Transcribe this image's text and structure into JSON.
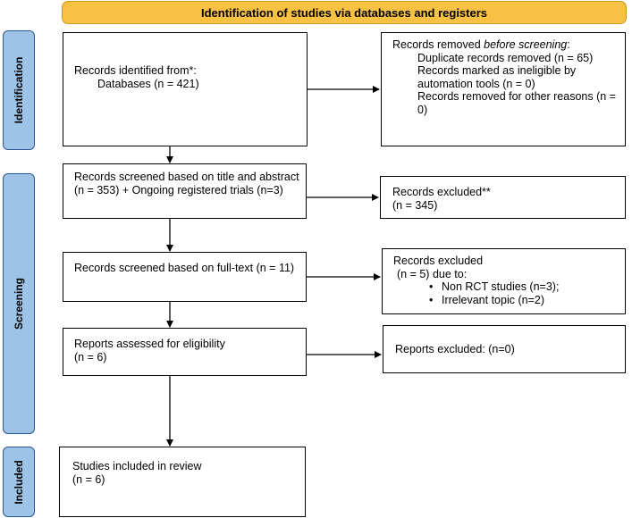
{
  "header": {
    "title": "Identification of studies via databases and registers"
  },
  "phases": {
    "identification": "Identification",
    "screening": "Screening",
    "included": "Included"
  },
  "boxes": {
    "records_identified": {
      "line1": "Records identified from*:",
      "line2": "Databases (n = 421)"
    },
    "records_removed": {
      "heading_prefix": "Records removed ",
      "heading_italic": "before screening",
      "heading_suffix": ":",
      "item1": "Duplicate records removed (n = 65)",
      "item2": "Records marked as ineligible by automation tools (n = 0)",
      "item3": "Records removed for other reasons (n = 0)"
    },
    "records_screened_title": {
      "text": "Records screened based on title and abstract (n = 353) + Ongoing registered trials (n=3)"
    },
    "records_excluded_1": {
      "line1": "Records excluded**",
      "line2": "(n = 345)"
    },
    "records_screened_fulltext": {
      "text": "Records screened based on full-text (n = 11)"
    },
    "records_excluded_2": {
      "line1": "Records excluded",
      "line2": "(n = 5) due to:",
      "bullet1": "Non RCT studies (n=3);",
      "bullet2": "Irrelevant topic (n=2)"
    },
    "reports_assessed": {
      "line1": "Reports assessed for eligibility",
      "line2": "(n = 6)"
    },
    "reports_excluded": {
      "text": "Reports excluded: (n=0)"
    },
    "studies_included": {
      "line1": "Studies included in review",
      "line2": "(n = 6)"
    }
  }
}
